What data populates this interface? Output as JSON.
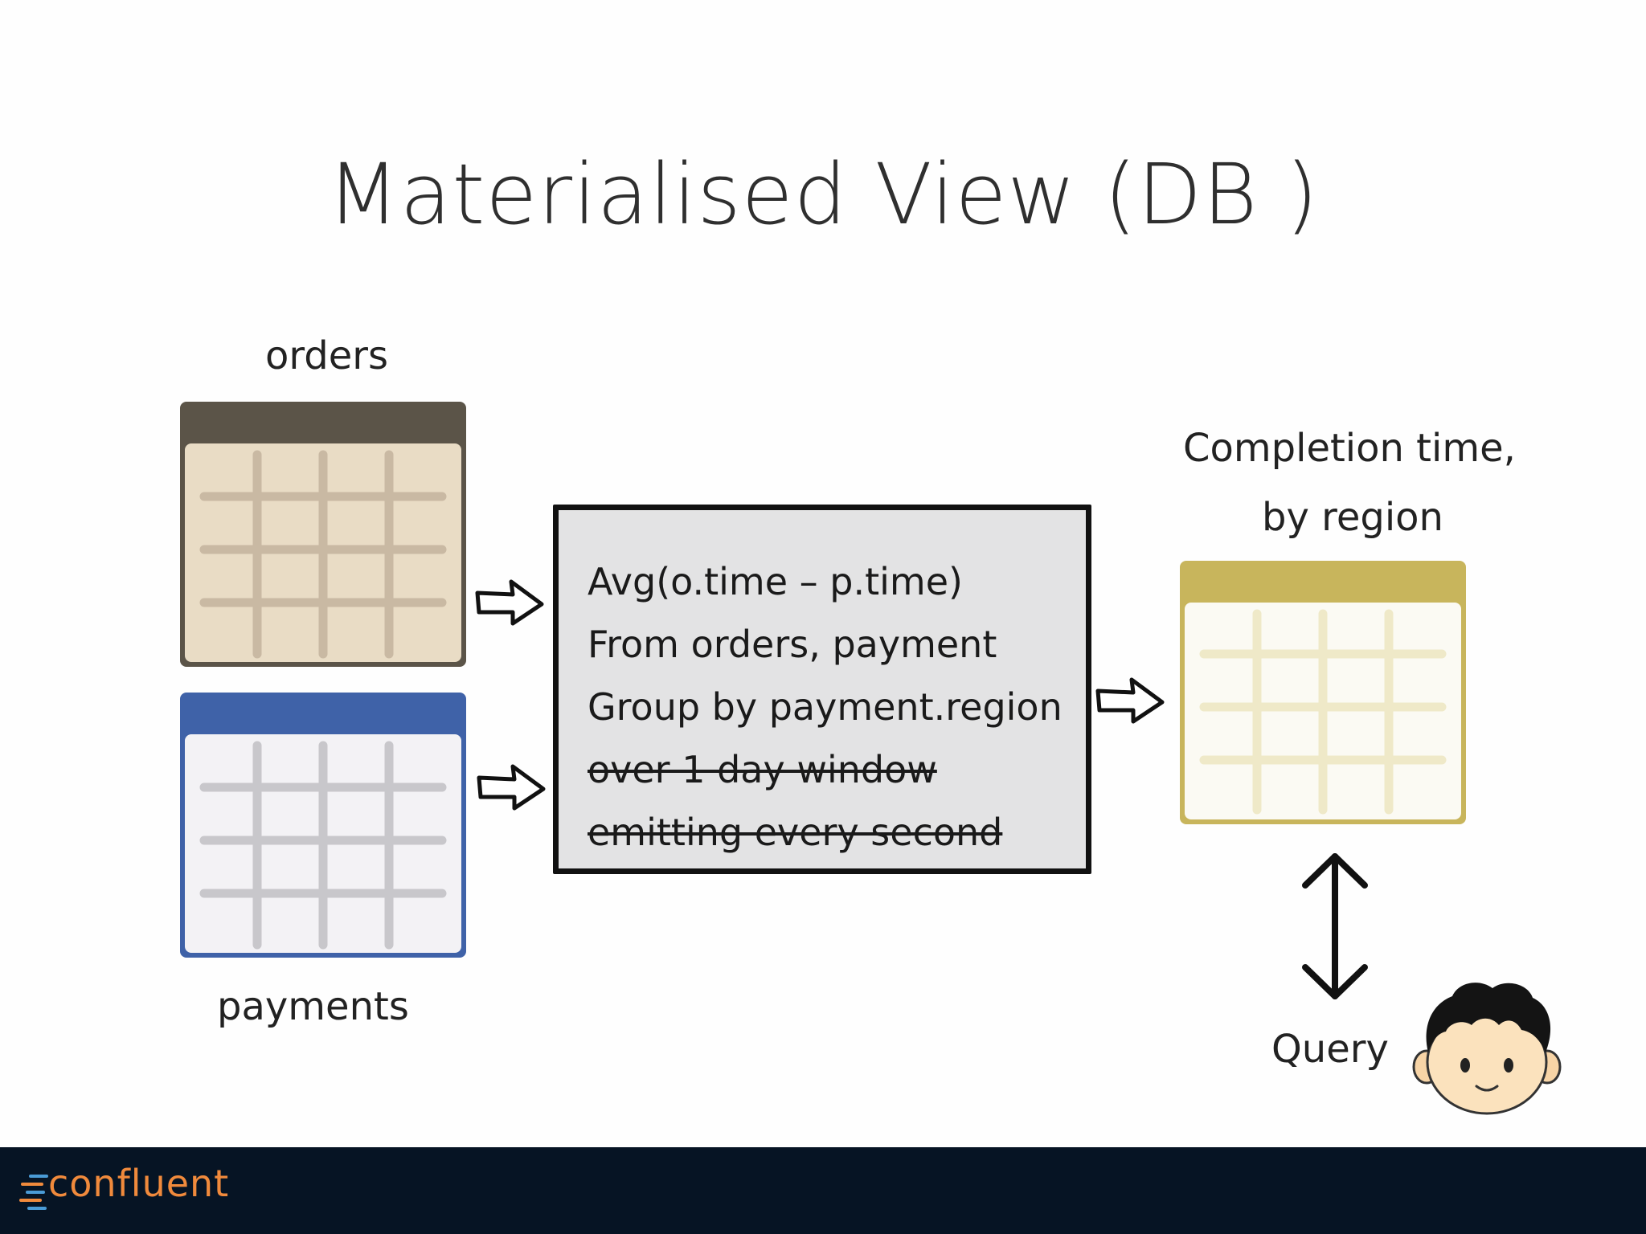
{
  "slide": {
    "title": "Materialised View (DB )"
  },
  "tables": {
    "orders": {
      "label": "orders",
      "header_color": "#5b5448",
      "body_color": "#e9dcc5",
      "grid_color": "#c9b9a3"
    },
    "payments": {
      "label": "payments",
      "header_color": "#3f62a8",
      "body_color": "#f3f2f5",
      "grid_color": "#c8c7cb"
    },
    "result": {
      "label_line1": "Completion time,",
      "label_line2": "by region",
      "header_color": "#c8b55c",
      "body_color": "#fbfaf3",
      "grid_color": "#efe9c8"
    }
  },
  "query": {
    "lines": [
      {
        "text": "Avg(o.time – p.time)",
        "struck": false
      },
      {
        "text": "From orders, payment",
        "struck": false
      },
      {
        "text": "Group by payment.region",
        "struck": false
      },
      {
        "text": "over 1 day window",
        "struck": true
      },
      {
        "text": "emitting every second",
        "struck": true
      }
    ]
  },
  "user": {
    "label": "Query"
  },
  "footer": {
    "brand": "confluent",
    "background": "#061424",
    "brand_color": "#f08a3c"
  }
}
